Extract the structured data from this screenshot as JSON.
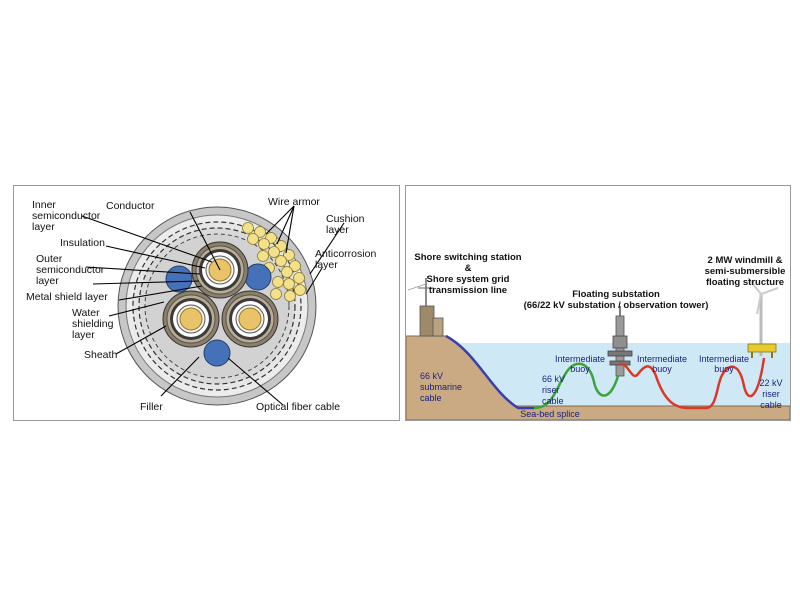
{
  "cross_section": {
    "labels": {
      "inner_semi_1": "Inner",
      "inner_semi_2": "semiconductor",
      "inner_semi_3": "layer",
      "conductor": "Conductor",
      "insulation": "Insulation",
      "outer_semi_1": "Outer",
      "outer_semi_2": "semiconductor",
      "outer_semi_3": "layer",
      "metal_shield": "Metal shield layer",
      "water_1": "Water",
      "water_2": "shielding",
      "water_3": "layer",
      "sheath": "Sheath",
      "filler": "Filler",
      "wire_armor": "Wire armor",
      "cushion_1": "Cushion",
      "cushion_2": "layer",
      "anticorrosion_1": "Anticorrosion",
      "anticorrosion_2": "layer",
      "optical": "Optical fiber cable"
    }
  },
  "system": {
    "shore_1": "Shore switching station",
    "shore_2": "&",
    "shore_3": "Shore system grid",
    "shore_4": "transmission line",
    "substation_1": "Floating substation",
    "substation_2": "(66/22 kV substation / observation tower)",
    "windmill_1": "2 MW windmill &",
    "windmill_2": "semi-submersible",
    "windmill_3": "floating structure",
    "submarine_1": "66 kV",
    "submarine_2": "submarine",
    "submarine_3": "cable",
    "riser66_1": "66 kV",
    "riser66_2": "riser",
    "riser66_3": "cable",
    "buoy1_1": "Intermediate",
    "buoy1_2": "buoy",
    "buoy2_1": "Intermediate",
    "buoy2_2": "buoy",
    "buoy3_1": "Intermediate",
    "buoy3_2": "buoy",
    "riser22_1": "22 kV",
    "riser22_2": "riser",
    "riser22_3": "cable",
    "splice": "Sea-bed splice"
  }
}
